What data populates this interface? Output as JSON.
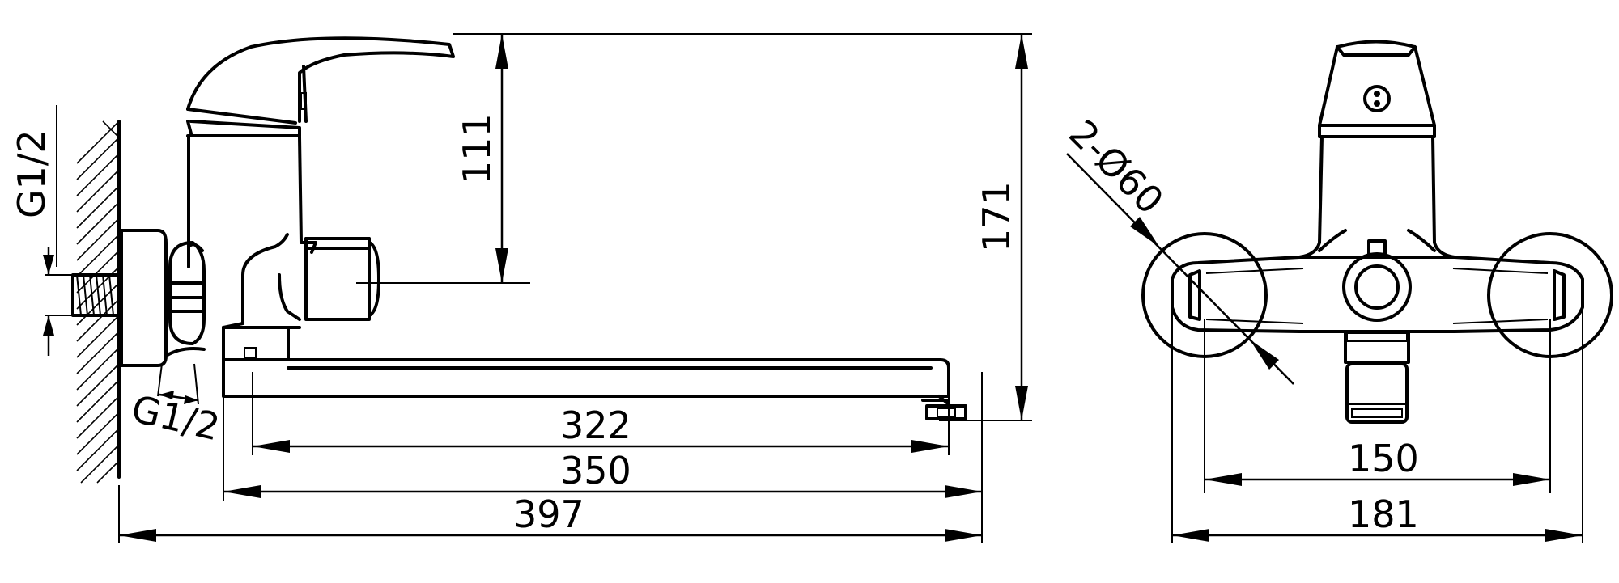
{
  "dimensions": {
    "spout_reach": "322",
    "spout_length": "350",
    "overall_length": "397",
    "handle_to_outlet": "111",
    "overall_height": "171",
    "eccentric_spacing": "150",
    "flange_span": "181",
    "flange_diameter": "2-Ø60"
  },
  "connections": {
    "wall_thread": "G1/2",
    "body_thread": "G1/2"
  }
}
